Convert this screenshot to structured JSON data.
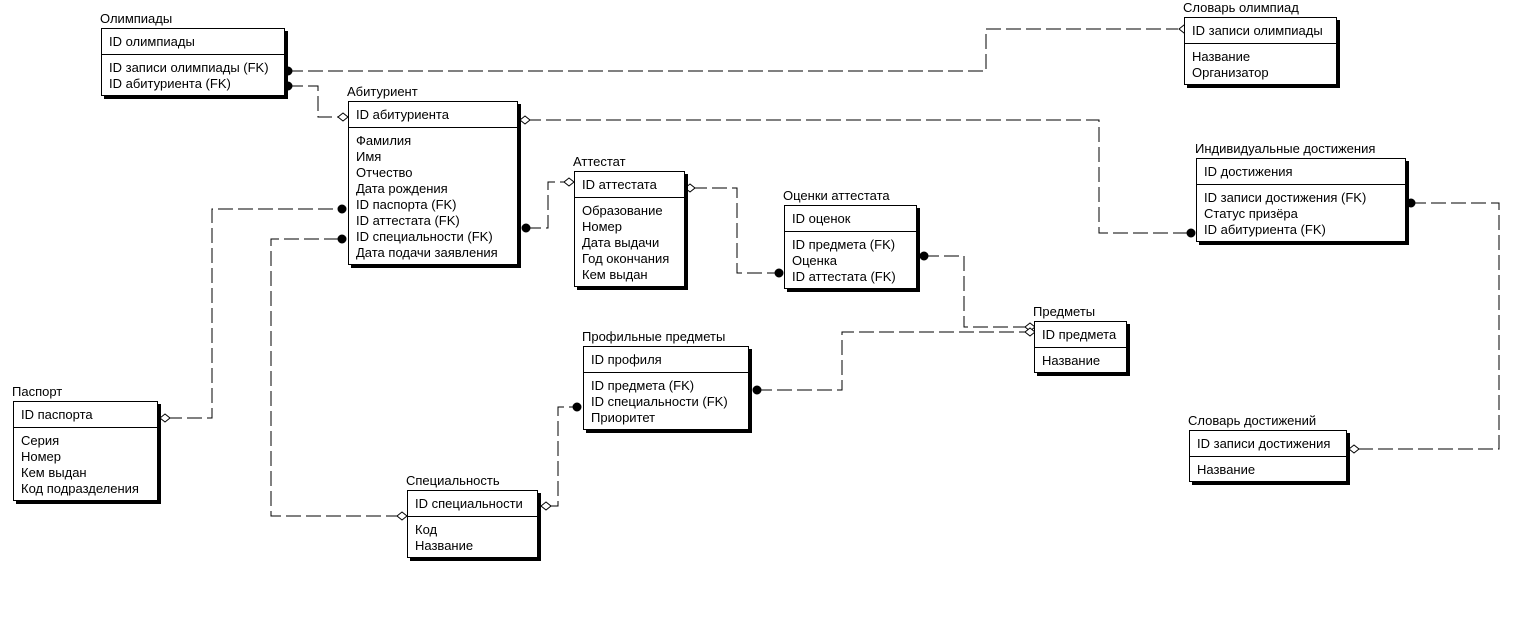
{
  "entities": {
    "olympiads": {
      "title": "Олимпиады",
      "pk": "ID олимпиады",
      "attrs": [
        "ID записи олимпиады (FK)",
        "ID абитуриента (FK)"
      ]
    },
    "olympiad_dict": {
      "title": "Словарь олимпиад",
      "pk": "ID записи олимпиады",
      "attrs": [
        "Название",
        "Организатор"
      ]
    },
    "applicant": {
      "title": "Абитуриент",
      "pk": "ID абитуриента",
      "attrs": [
        "Фамилия",
        "Имя",
        "Отчество",
        "Дата рождения",
        "ID паспорта (FK)",
        "ID аттестата (FK)",
        "ID специальности (FK)",
        "Дата подачи заявления"
      ]
    },
    "certificate": {
      "title": "Аттестат",
      "pk": "ID аттестата",
      "attrs": [
        "Образование",
        "Номер",
        "Дата выдачи",
        "Год окончания",
        "Кем выдан"
      ]
    },
    "cert_grades": {
      "title": "Оценки аттестата",
      "pk": "ID оценок",
      "attrs": [
        "ID предмета (FK)",
        "Оценка",
        "ID аттестата (FK)"
      ]
    },
    "achievements": {
      "title": "Индивидуальные достижения",
      "pk": "ID достижения",
      "attrs": [
        "ID записи достижения (FK)",
        "Статус призёра",
        "ID абитуриента (FK)"
      ]
    },
    "subjects": {
      "title": "Предметы",
      "pk": "ID предмета",
      "attrs": [
        "Название"
      ]
    },
    "profile_subjects": {
      "title": "Профильные предметы",
      "pk": "ID профиля",
      "attrs": [
        "ID предмета (FK)",
        "ID специальности (FK)",
        "Приоритет"
      ]
    },
    "passport": {
      "title": "Паспорт",
      "pk": "ID паспорта",
      "attrs": [
        "Серия",
        "Номер",
        "Кем выдан",
        "Код подразделения"
      ]
    },
    "achievement_dict": {
      "title": "Словарь достижений",
      "pk": "ID записи достижения",
      "attrs": [
        "Название"
      ]
    },
    "specialty": {
      "title": "Специальность",
      "pk": "ID специальности",
      "attrs": [
        "Код",
        "Название"
      ]
    }
  }
}
